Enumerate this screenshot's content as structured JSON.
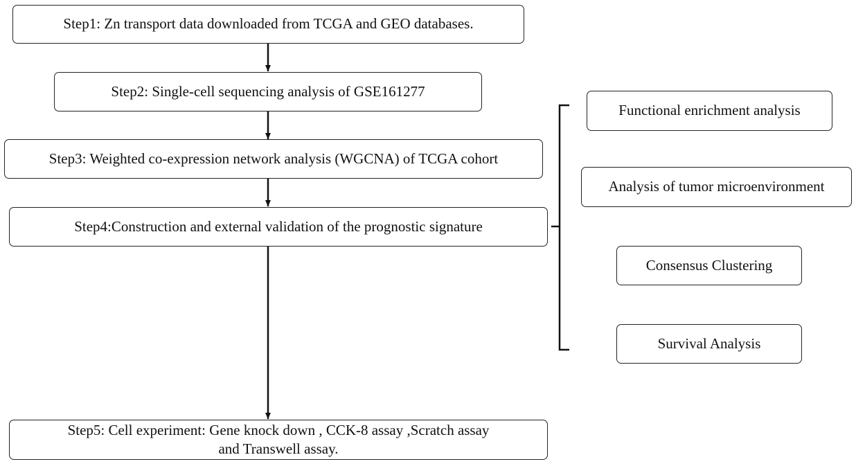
{
  "flow": {
    "step1": "Step1: Zn transport data downloaded from TCGA and GEO databases.",
    "step2": "Step2: Single-cell  sequencing analysis of GSE161277",
    "step3": "Step3: Weighted co-expression network analysis (WGCNA) of TCGA cohort",
    "step4": "Step4:Construction and external validation of the prognostic signature",
    "step5": "Step5: Cell experiment: Gene knock down , CCK-8 assay ,Scratch assay and Transwell assay."
  },
  "analyses": [
    "Functional enrichment analysis",
    "Analysis of tumor microenvironment",
    "Consensus Clustering",
    "Survival Analysis"
  ]
}
